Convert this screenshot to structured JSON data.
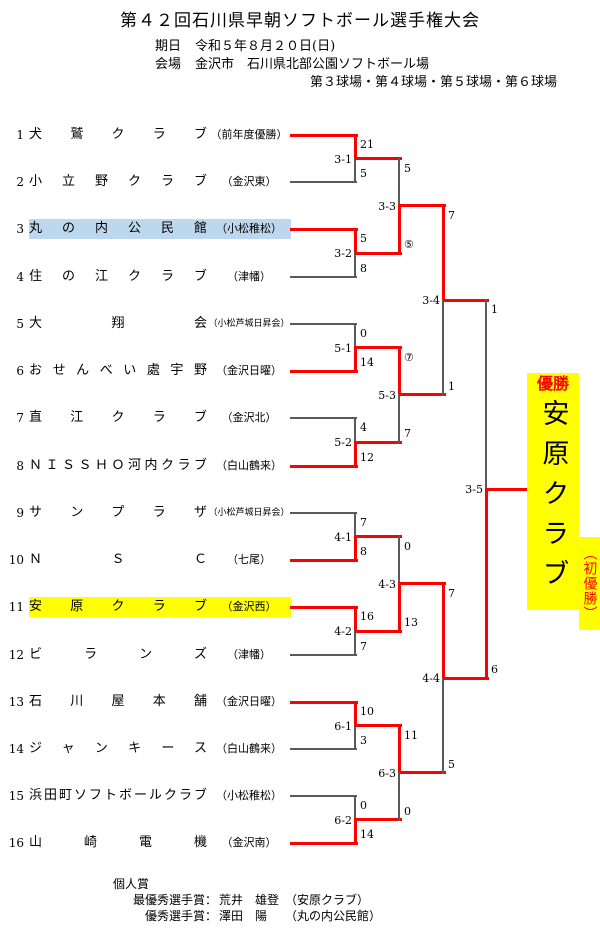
{
  "header": {
    "title": "第４２回石川県早朝ソフトボール選手権大会",
    "date_label": "期日",
    "date": "令和５年８月２０日(日)",
    "venue_label": "会場",
    "venue": "金沢市　石川県北部公園ソフトボール場",
    "fields": "第３球場・第４球場・第５球場・第６球場"
  },
  "colors": {
    "win_line": "#fe0000",
    "lose_line": "#5a5a5a",
    "runnerup_highlight": "#bdd7ee",
    "champion_highlight": "#ffff00",
    "champion_text": "#fe0000"
  },
  "teams": [
    {
      "no": "1",
      "name": "犬鷲クラブ",
      "org": "（前年度優勝）",
      "small_org": false,
      "won_r1": true,
      "highlight": ""
    },
    {
      "no": "2",
      "name": "小立野クラブ",
      "org": "（金沢東）",
      "small_org": false,
      "won_r1": false,
      "highlight": ""
    },
    {
      "no": "3",
      "name": "丸の内公民館",
      "org": "（小松稚松）",
      "small_org": false,
      "won_r1": true,
      "highlight": "blue"
    },
    {
      "no": "4",
      "name": "住の江クラブ",
      "org": "（津幡）",
      "small_org": false,
      "won_r1": false,
      "highlight": ""
    },
    {
      "no": "5",
      "name": "大翔会",
      "org": "（小松芦城日昇会）",
      "small_org": true,
      "won_r1": false,
      "highlight": ""
    },
    {
      "no": "6",
      "name": "おせんべい處宇野",
      "org": "（金沢日曜）",
      "small_org": false,
      "won_r1": true,
      "highlight": ""
    },
    {
      "no": "7",
      "name": "直江クラブ",
      "org": "（金沢北）",
      "small_org": false,
      "won_r1": false,
      "highlight": ""
    },
    {
      "no": "8",
      "name": "ＮＩＳＳＨＯ河内クラブ",
      "org": "（白山鶴来）",
      "small_org": false,
      "won_r1": true,
      "highlight": ""
    },
    {
      "no": "9",
      "name": "サンプラザ",
      "org": "（小松芦城日昇会）",
      "small_org": true,
      "won_r1": false,
      "highlight": ""
    },
    {
      "no": "10",
      "name": "ＮＳＣ",
      "org": "（七尾）",
      "small_org": false,
      "won_r1": true,
      "highlight": ""
    },
    {
      "no": "11",
      "name": "安原クラブ",
      "org": "（金沢西）",
      "small_org": false,
      "won_r1": true,
      "highlight": "yellow"
    },
    {
      "no": "12",
      "name": "ビランズ",
      "org": "（津幡）",
      "small_org": false,
      "won_r1": false,
      "highlight": ""
    },
    {
      "no": "13",
      "name": "石川屋本舗",
      "org": "（金沢日曜）",
      "small_org": false,
      "won_r1": true,
      "highlight": ""
    },
    {
      "no": "14",
      "name": "ジャンキース",
      "org": "（白山鶴来）",
      "small_org": false,
      "won_r1": false,
      "highlight": ""
    },
    {
      "no": "15",
      "name": "浜田町ソフトボールクラブ",
      "org": "（小松稚松）",
      "small_org": false,
      "won_r1": false,
      "highlight": ""
    },
    {
      "no": "16",
      "name": "山崎電機",
      "org": "（金沢南）",
      "small_org": false,
      "won_r1": true,
      "highlight": ""
    }
  ],
  "bracket": {
    "round1": [
      {
        "label": "3-1",
        "score_top": "21",
        "score_bottom": "5",
        "winner": "top"
      },
      {
        "label": "3-2",
        "score_top": "5",
        "score_bottom": "8",
        "winner": "top"
      },
      {
        "label": "5-1",
        "score_top": "0",
        "score_bottom": "14",
        "winner": "bottom"
      },
      {
        "label": "5-2",
        "score_top": "4",
        "score_bottom": "12",
        "winner": "bottom"
      },
      {
        "label": "4-1",
        "score_top": "7",
        "score_bottom": "8",
        "winner": "bottom"
      },
      {
        "label": "4-2",
        "score_top": "16",
        "score_bottom": "7",
        "winner": "top"
      },
      {
        "label": "6-1",
        "score_top": "10",
        "score_bottom": "3",
        "winner": "top"
      },
      {
        "label": "6-2",
        "score_top": "0",
        "score_bottom": "14",
        "winner": "bottom"
      }
    ],
    "round2": [
      {
        "label": "3-3",
        "score_top": "5",
        "score_bottom": "⑤",
        "winner": "bottom"
      },
      {
        "label": "5-3",
        "score_top": "⑦",
        "score_bottom": "7",
        "winner": "top"
      },
      {
        "label": "4-3",
        "score_top": "0",
        "score_bottom": "13",
        "winner": "bottom"
      },
      {
        "label": "6-3",
        "score_top": "11",
        "score_bottom": "0",
        "winner": "top"
      }
    ],
    "semifinals": [
      {
        "label": "3-4",
        "score_top": "7",
        "score_bottom": "1",
        "winner": "top"
      },
      {
        "label": "4-4",
        "score_top": "7",
        "score_bottom": "5",
        "winner": "top"
      }
    ],
    "final": {
      "label": "3-5",
      "score_top": "1",
      "score_bottom": "6",
      "winner": "bottom"
    }
  },
  "champion": {
    "label": "優勝",
    "name": "安原クラブ",
    "note": "（初優勝）"
  },
  "awards": {
    "title": "個人賞",
    "items": [
      {
        "label": "最優秀選手賞：",
        "name": "荒井　雄登",
        "team": "（安原クラブ）"
      },
      {
        "label": "優秀選手賞：",
        "name": "澤田　陽",
        "team": "（丸の内公民館）"
      }
    ]
  }
}
